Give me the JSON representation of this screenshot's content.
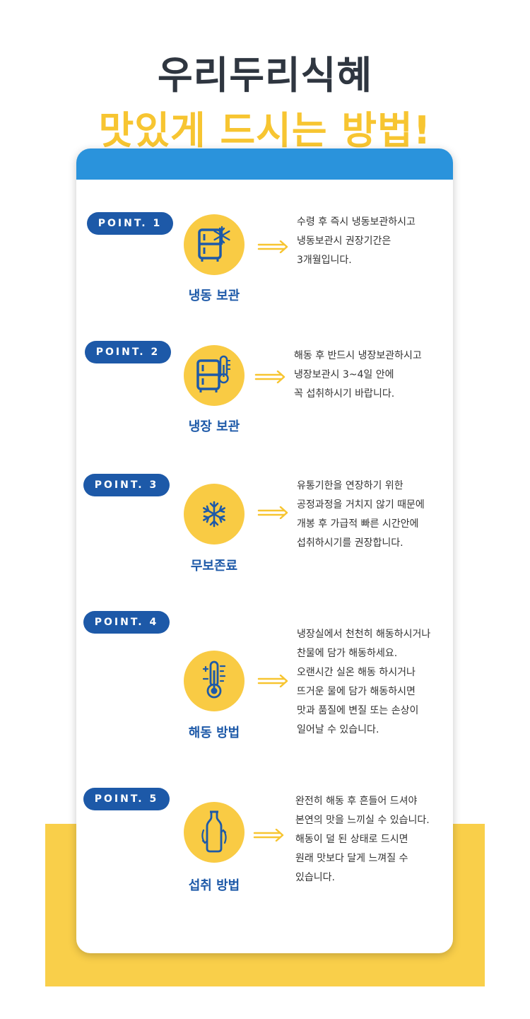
{
  "title": {
    "line1": "우리두리식혜",
    "line2": "맛있게 드시는 방법!"
  },
  "colors": {
    "dark": "#2f3640",
    "yellow": "#f9cb44",
    "blue": "#2a93dc",
    "navy": "#1d59a8"
  },
  "points": [
    {
      "badge": "POINT. 1",
      "icon": "freezer-icon",
      "label": "냉동 보관",
      "lines": [
        "수령 후 즉시 냉동보관하시고",
        "냉동보관시 권장기간은",
        "3개월입니다."
      ]
    },
    {
      "badge": "POINT. 2",
      "icon": "refrigerator-icon",
      "label": "냉장 보관",
      "lines": [
        "해동 후 반드시 냉장보관하시고",
        "냉장보관시 3~4일 안에",
        "꼭 섭취하시기 바랍니다."
      ]
    },
    {
      "badge": "POINT. 3",
      "icon": "snowflake-icon",
      "label": "무보존료",
      "lines": [
        "유통기한을 연장하기 위한",
        "공정과정을 거치지 않기 때문에",
        "개봉 후 가급적 빠른 시간안에",
        "섭취하시기를 권장합니다."
      ]
    },
    {
      "badge": "POINT. 4",
      "icon": "thermometer-icon",
      "label": "해동 방법",
      "lines": [
        "냉장실에서 천천히 해동하시거나",
        "찬물에 담가 해동하세요.",
        "오랜시간 실온 해동 하시거나",
        "뜨거운 물에 담가 해동하시면",
        "맛과 품질에 변질 또는 손상이",
        "일어날 수 있습니다."
      ]
    },
    {
      "badge": "POINT. 5",
      "icon": "bottle-shake-icon",
      "label": "섭취 방법",
      "lines": [
        "완전히 해동 후 흔들어 드셔야",
        "본연의 맛을 느끼실 수  있습니다.",
        "해동이 덜 된 상태로 드시면",
        "원래 맛보다  달게  느껴질 수",
        "있습니다."
      ]
    }
  ]
}
